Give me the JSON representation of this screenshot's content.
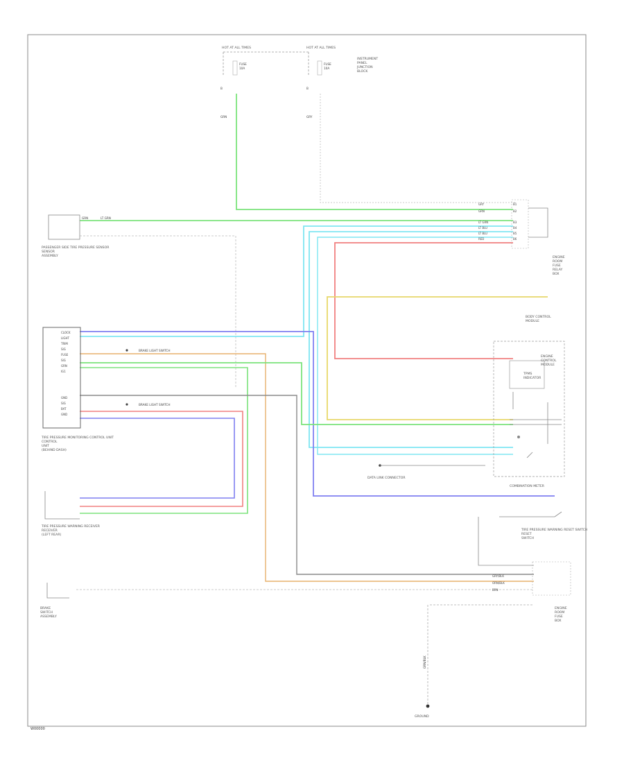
{
  "figure_ref": "W00000",
  "colors": {
    "green": "#7be37b",
    "lightblue": "#7ee6f2",
    "blue": "#7f7ff0",
    "red": "#f07f7f",
    "yellow": "#e8d86a",
    "orange": "#e7b06c",
    "gray": "#9a9a9a",
    "black": "#444444",
    "frame": "#888888"
  },
  "components": [
    {
      "id": "fuse-left",
      "text": "HOT AT ALL TIMES"
    },
    {
      "id": "fuse-right",
      "text": "HOT AT ALL TIMES"
    },
    {
      "id": "sensor-top-left",
      "text": "PASSENGER SIDE TIRE PRESSURE SENSOR"
    },
    {
      "id": "controller",
      "text": "TIRE PRESSURE MONITORING CONTROL UNIT"
    },
    {
      "id": "receiver",
      "text": "TIRE PRESSURE WARNING RECEIVER"
    },
    {
      "id": "gauge-top",
      "text": "COMBINATION METER"
    },
    {
      "id": "obd",
      "text": "DATA LINK CONNECTOR"
    },
    {
      "id": "switch",
      "text": "TIRE PRESSURE WARNING RESET SWITCH"
    },
    {
      "id": "ground",
      "text": "GROUND"
    }
  ]
}
